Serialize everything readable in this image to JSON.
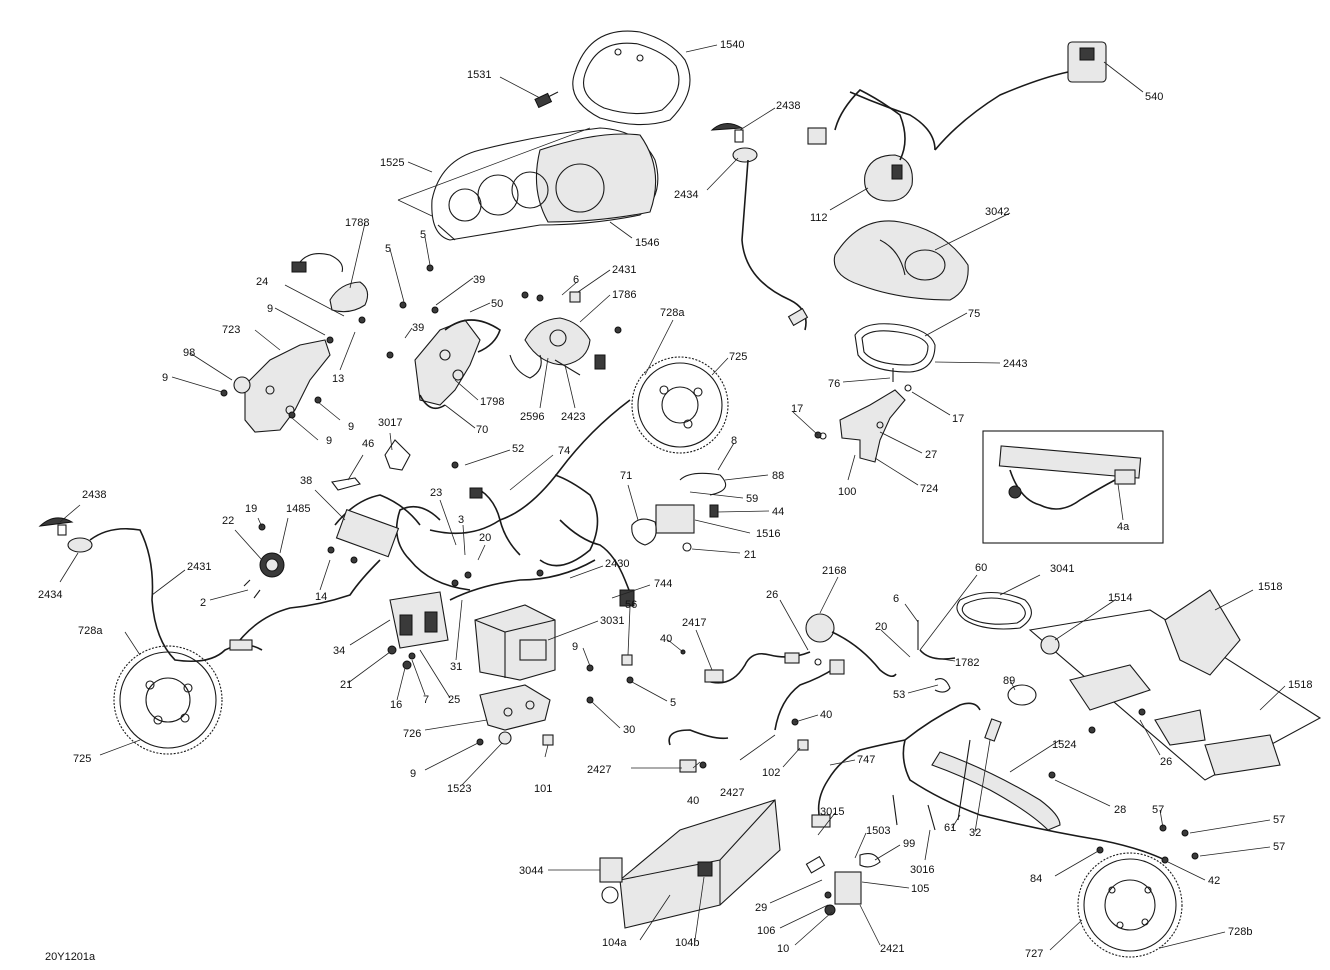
{
  "diagram": {
    "reference": "20Y1201a",
    "labels": [
      {
        "id": "l1540",
        "text": "1540"
      },
      {
        "id": "l1531",
        "text": "1531"
      },
      {
        "id": "l1525",
        "text": "1525"
      },
      {
        "id": "l1546",
        "text": "1546"
      },
      {
        "id": "l2438a",
        "text": "2438"
      },
      {
        "id": "l2434a",
        "text": "2434"
      },
      {
        "id": "l540",
        "text": "540"
      },
      {
        "id": "l112",
        "text": "112"
      },
      {
        "id": "l3042",
        "text": "3042"
      },
      {
        "id": "l1788",
        "text": "1788"
      },
      {
        "id": "l5a",
        "text": "5"
      },
      {
        "id": "l5b",
        "text": "5"
      },
      {
        "id": "l24",
        "text": "24"
      },
      {
        "id": "l9a",
        "text": "9"
      },
      {
        "id": "l723",
        "text": "723"
      },
      {
        "id": "l98",
        "text": "98"
      },
      {
        "id": "l9b",
        "text": "9"
      },
      {
        "id": "l13",
        "text": "13"
      },
      {
        "id": "l9c",
        "text": "9"
      },
      {
        "id": "l9d",
        "text": "9"
      },
      {
        "id": "l39a",
        "text": "39"
      },
      {
        "id": "l50",
        "text": "50"
      },
      {
        "id": "l39b",
        "text": "39"
      },
      {
        "id": "l1798",
        "text": "1798"
      },
      {
        "id": "l70",
        "text": "70"
      },
      {
        "id": "l6a",
        "text": "6"
      },
      {
        "id": "l2431a",
        "text": "2431"
      },
      {
        "id": "l1786",
        "text": "1786"
      },
      {
        "id": "l728a1",
        "text": "728a"
      },
      {
        "id": "l725a",
        "text": "725"
      },
      {
        "id": "l2596",
        "text": "2596"
      },
      {
        "id": "l2423",
        "text": "2423"
      },
      {
        "id": "l75",
        "text": "75"
      },
      {
        "id": "l2443",
        "text": "2443"
      },
      {
        "id": "l76",
        "text": "76"
      },
      {
        "id": "l17a",
        "text": "17"
      },
      {
        "id": "l17b",
        "text": "17"
      },
      {
        "id": "l27",
        "text": "27"
      },
      {
        "id": "l100",
        "text": "100"
      },
      {
        "id": "l724",
        "text": "724"
      },
      {
        "id": "l4a",
        "text": "4a"
      },
      {
        "id": "l3017",
        "text": "3017"
      },
      {
        "id": "l46",
        "text": "46"
      },
      {
        "id": "l52",
        "text": "52"
      },
      {
        "id": "l74",
        "text": "74"
      },
      {
        "id": "l8",
        "text": "8"
      },
      {
        "id": "l88",
        "text": "88"
      },
      {
        "id": "l59",
        "text": "59"
      },
      {
        "id": "l71",
        "text": "71"
      },
      {
        "id": "l44",
        "text": "44"
      },
      {
        "id": "l1516",
        "text": "1516"
      },
      {
        "id": "l21a",
        "text": "21"
      },
      {
        "id": "l2438b",
        "text": "2438"
      },
      {
        "id": "l38",
        "text": "38"
      },
      {
        "id": "l19",
        "text": "19"
      },
      {
        "id": "l1485",
        "text": "1485"
      },
      {
        "id": "l22",
        "text": "22"
      },
      {
        "id": "l23",
        "text": "23"
      },
      {
        "id": "l3",
        "text": "3"
      },
      {
        "id": "l20a",
        "text": "20"
      },
      {
        "id": "l2434b",
        "text": "2434"
      },
      {
        "id": "l2431b",
        "text": "2431"
      },
      {
        "id": "l2",
        "text": "2"
      },
      {
        "id": "l14",
        "text": "14"
      },
      {
        "id": "l2430",
        "text": "2430"
      },
      {
        "id": "l744",
        "text": "744"
      },
      {
        "id": "l728a2",
        "text": "728a"
      },
      {
        "id": "l34",
        "text": "34"
      },
      {
        "id": "l3031",
        "text": "3031"
      },
      {
        "id": "l56",
        "text": "56"
      },
      {
        "id": "l9e",
        "text": "9"
      },
      {
        "id": "l31",
        "text": "31"
      },
      {
        "id": "l21b",
        "text": "21"
      },
      {
        "id": "l16",
        "text": "16"
      },
      {
        "id": "l7",
        "text": "7"
      },
      {
        "id": "l25",
        "text": "25"
      },
      {
        "id": "l40a",
        "text": "40"
      },
      {
        "id": "l2417",
        "text": "2417"
      },
      {
        "id": "l5c",
        "text": "5"
      },
      {
        "id": "l30",
        "text": "30"
      },
      {
        "id": "l725b",
        "text": "725"
      },
      {
        "id": "l726",
        "text": "726"
      },
      {
        "id": "l9f",
        "text": "9"
      },
      {
        "id": "l1523",
        "text": "1523"
      },
      {
        "id": "l101",
        "text": "101"
      },
      {
        "id": "l2427a",
        "text": "2427"
      },
      {
        "id": "l40b",
        "text": "40"
      },
      {
        "id": "l2427b",
        "text": "2427"
      },
      {
        "id": "l40c",
        "text": "40"
      },
      {
        "id": "l102",
        "text": "102"
      },
      {
        "id": "l26a",
        "text": "26"
      },
      {
        "id": "l2168",
        "text": "2168"
      },
      {
        "id": "l6b",
        "text": "6"
      },
      {
        "id": "l60",
        "text": "60"
      },
      {
        "id": "l3041",
        "text": "3041"
      },
      {
        "id": "l20b",
        "text": "20"
      },
      {
        "id": "l1782",
        "text": "1782"
      },
      {
        "id": "l53",
        "text": "53"
      },
      {
        "id": "l89",
        "text": "89"
      },
      {
        "id": "l1514",
        "text": "1514"
      },
      {
        "id": "l1518a",
        "text": "1518"
      },
      {
        "id": "l1518b",
        "text": "1518"
      },
      {
        "id": "l26b",
        "text": "26"
      },
      {
        "id": "l1524",
        "text": "1524"
      },
      {
        "id": "l28",
        "text": "28"
      },
      {
        "id": "l747",
        "text": "747"
      },
      {
        "id": "l3015",
        "text": "3015"
      },
      {
        "id": "l1503",
        "text": "1503"
      },
      {
        "id": "l99",
        "text": "99"
      },
      {
        "id": "l3016",
        "text": "3016"
      },
      {
        "id": "l61",
        "text": "61"
      },
      {
        "id": "l32",
        "text": "32"
      },
      {
        "id": "l57a",
        "text": "57"
      },
      {
        "id": "l57b",
        "text": "57"
      },
      {
        "id": "l57c",
        "text": "57"
      },
      {
        "id": "l84",
        "text": "84"
      },
      {
        "id": "l42",
        "text": "42"
      },
      {
        "id": "l3044",
        "text": "3044"
      },
      {
        "id": "l105",
        "text": "105"
      },
      {
        "id": "l29",
        "text": "29"
      },
      {
        "id": "l106",
        "text": "106"
      },
      {
        "id": "l10",
        "text": "10"
      },
      {
        "id": "l2421",
        "text": "2421"
      },
      {
        "id": "l104a",
        "text": "104a"
      },
      {
        "id": "l104b",
        "text": "104b"
      },
      {
        "id": "l727",
        "text": "727"
      },
      {
        "id": "l728b",
        "text": "728b"
      }
    ]
  }
}
